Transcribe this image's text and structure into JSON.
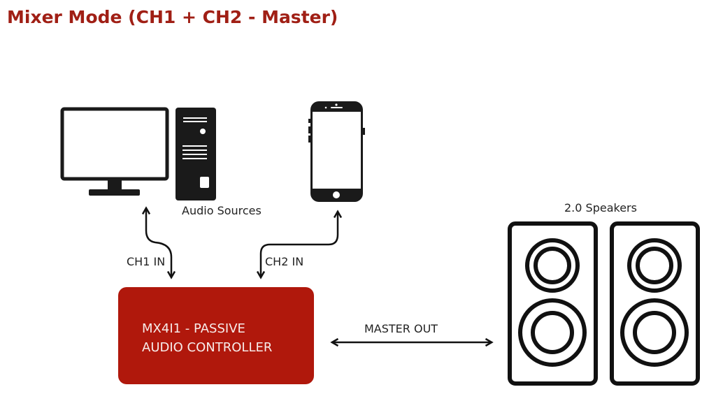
{
  "title": "Mixer Mode (CH1 + CH2 - Master)",
  "colors": {
    "accent": "#b0180c",
    "title": "#a01f15",
    "ink": "#1a1a1a"
  },
  "sources": {
    "label": "Audio Sources",
    "devices": [
      {
        "name": "desktop-monitor",
        "icon": "monitor-icon"
      },
      {
        "name": "pc-tower",
        "icon": "pc-tower-icon"
      },
      {
        "name": "smartphone",
        "icon": "smartphone-icon"
      }
    ]
  },
  "connections": {
    "ch1": "CH1 IN",
    "ch2": "CH2 IN",
    "master": "MASTER OUT"
  },
  "mixer": {
    "line1": "MX4I1 - PASSIVE",
    "line2": "AUDIO CONTROLLER"
  },
  "speakers": {
    "label": "2.0 Speakers",
    "count": 2
  }
}
